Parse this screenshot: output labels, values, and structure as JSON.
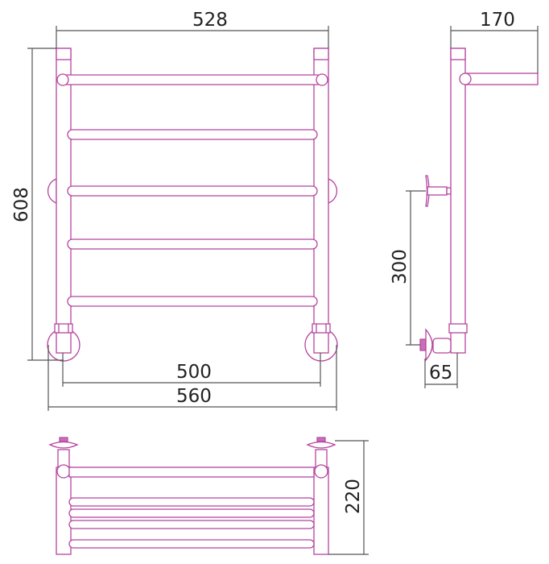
{
  "title": "Heated towel rail dimension drawing",
  "colors": {
    "product": "#b5459f",
    "dimension": "#555555"
  },
  "dimensions": {
    "overall_width": "528",
    "height": "608",
    "center_distance": "500",
    "total_width": "560",
    "depth": "170",
    "connection_distance": "300",
    "wall_offset": "65",
    "shelf_depth": "220"
  },
  "rails_front": 5,
  "rails_bottom_view": 5
}
